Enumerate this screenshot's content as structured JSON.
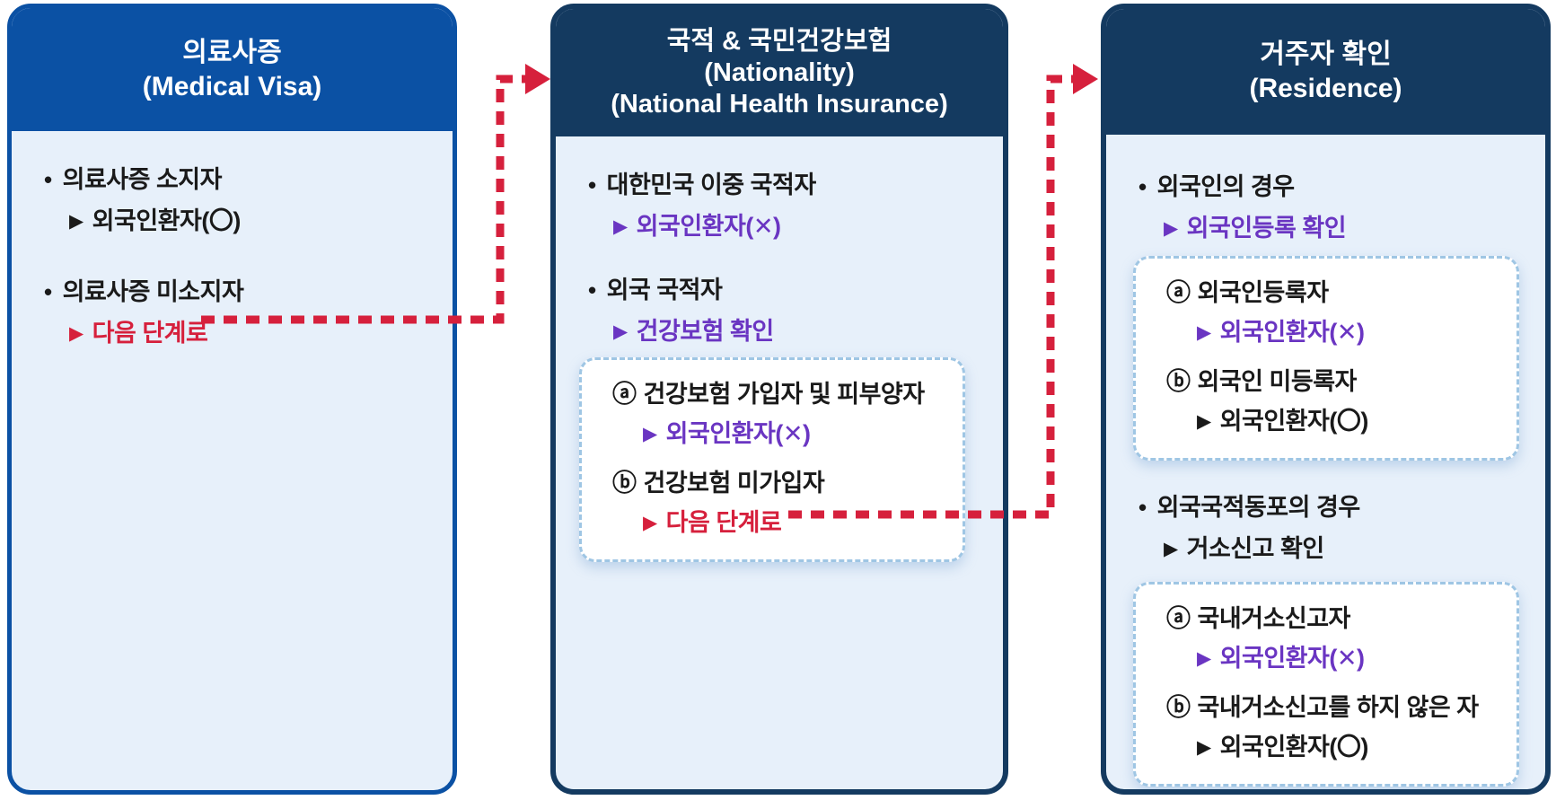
{
  "colors": {
    "p1header": "#0B51A4",
    "navy": "#143A60",
    "body": "#E7F0FA",
    "purple": "#6A35C2",
    "red": "#D6203C",
    "dash": "#9FC6E4",
    "text": "#1A1A1A",
    "white": "#FFFFFF"
  },
  "glyphs": {
    "bullet": "•",
    "arrow": "▶",
    "circle_a": "ⓐ",
    "circle_b": "ⓑ"
  },
  "panels": [
    {
      "id": "medical-visa",
      "title_lines": [
        "의료사증",
        "(Medical Visa)"
      ],
      "items": [
        {
          "text": "의료사증 소지자",
          "result": "외국인환자(〇)",
          "result_color": "dark"
        },
        {
          "text": "의료사증 미소지자",
          "result": "다음 단계로",
          "result_color": "red"
        }
      ]
    },
    {
      "id": "nationality-health-insurance",
      "title_lines": [
        "국적 & 국민건강보험",
        "(Nationality)",
        "(National Health Insurance)"
      ],
      "items": [
        {
          "text": "대한민국 이중 국적자",
          "result": "외국인환자(✕)",
          "result_color": "purple"
        },
        {
          "text": "외국 국적자",
          "result": "건강보험 확인",
          "result_color": "purple"
        }
      ],
      "sub_box": {
        "entries": [
          {
            "marker": "ⓐ",
            "text": "건강보험 가입자 및 피부양자",
            "result": "외국인환자(✕)",
            "result_color": "purple"
          },
          {
            "marker": "ⓑ",
            "text": "건강보험 미가입자",
            "result": "다음 단계로",
            "result_color": "red"
          }
        ]
      }
    },
    {
      "id": "residence",
      "title_lines": [
        "거주자 확인",
        "(Residence)"
      ],
      "items": [
        {
          "text": "외국인의 경우",
          "result": "외국인등록 확인",
          "result_color": "purple"
        },
        {
          "text": "외국국적동포의 경우",
          "result": "거소신고 확인",
          "result_color": "dark"
        }
      ],
      "sub_boxes": [
        {
          "entries": [
            {
              "marker": "ⓐ",
              "text": "외국인등록자",
              "result": "외국인환자(✕)",
              "result_color": "purple"
            },
            {
              "marker": "ⓑ",
              "text": "외국인 미등록자",
              "result": "외국인환자(〇)",
              "result_color": "dark"
            }
          ]
        },
        {
          "entries": [
            {
              "marker": "ⓐ",
              "text": "국내거소신고자",
              "result": "외국인환자(✕)",
              "result_color": "purple"
            },
            {
              "marker": "ⓑ",
              "text": "국내거소신고를 하지 않은 자",
              "result": "외국인환자(〇)",
              "result_color": "dark"
            }
          ]
        }
      ]
    }
  ],
  "connectors": [
    {
      "id": "arrow-1",
      "from": "medical-visa: 다음 단계로",
      "to": "nationality-health-insurance",
      "style": "dashed",
      "color": "#D6203C"
    },
    {
      "id": "arrow-2",
      "from": "nationality-health-insurance: 다음 단계로",
      "to": "residence",
      "style": "dashed",
      "color": "#D6203C"
    }
  ]
}
